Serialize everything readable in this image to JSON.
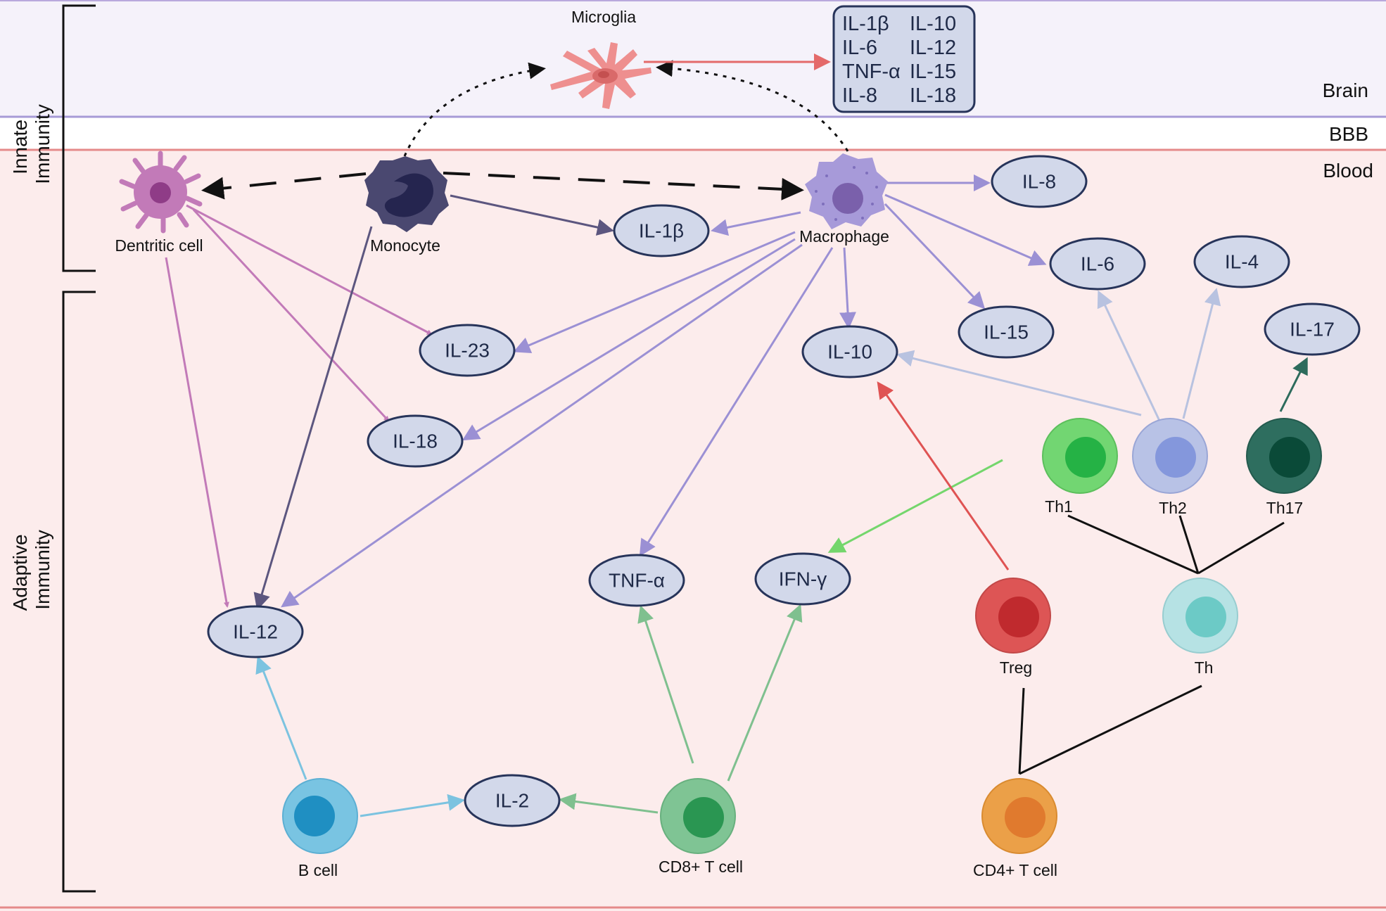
{
  "regions": {
    "brain": "Brain",
    "bbb": "BBB",
    "blood": "Blood"
  },
  "sides": {
    "innate": [
      "Innate",
      "Immunity"
    ],
    "adaptive": [
      "Adaptive",
      "Immunity"
    ]
  },
  "cells": {
    "microglia": "Microglia",
    "dendritic": "Dentritic cell",
    "monocyte": "Monocyte",
    "macrophage": "Macrophage",
    "th1": "Th1",
    "th2": "Th2",
    "th17": "Th17",
    "treg": "Treg",
    "th": "Th",
    "bcell": "B cell",
    "cd8": "CD8+ T cell",
    "cd4": "CD4+ T cell"
  },
  "cytokines": {
    "il8": "IL-8",
    "il1b": "IL-1β",
    "il6": "IL-6",
    "il4": "IL-4",
    "il17": "IL-17",
    "il23": "IL-23",
    "il10": "IL-10",
    "il15": "IL-15",
    "il18": "IL-18",
    "tnfa": "TNF-α",
    "ifng": "IFN-γ",
    "il12": "IL-12",
    "il2": "IL-2"
  },
  "microglia_box": {
    "left": [
      "IL-1β",
      "IL-6",
      "TNF-α",
      "IL-8"
    ],
    "right": [
      "IL-10",
      "IL-12",
      "IL-15",
      "IL-18"
    ]
  },
  "colors": {
    "brain_bg": "#f5f2fa",
    "blood_bg": "#fcecec",
    "bbb_line_top": "#a79bd6",
    "bbb_line_bottom": "#e58a8a",
    "node_fill": "#d2d8ea",
    "node_stroke": "#27345a",
    "dendritic_arrow": "#c27ab8",
    "monocyte_arrow": "#5c567f",
    "macrophage_arrow": "#9b90d4",
    "th2_arrow": "#b8c2e0",
    "th17_arrow": "#2d6b5c",
    "th1_arrow": "#74d66c",
    "treg_arrow": "#df5353",
    "bcell_arrow": "#7cc3e0",
    "cd8_arrow": "#7fc08f",
    "microglia_arrow": "#e46a6a"
  }
}
